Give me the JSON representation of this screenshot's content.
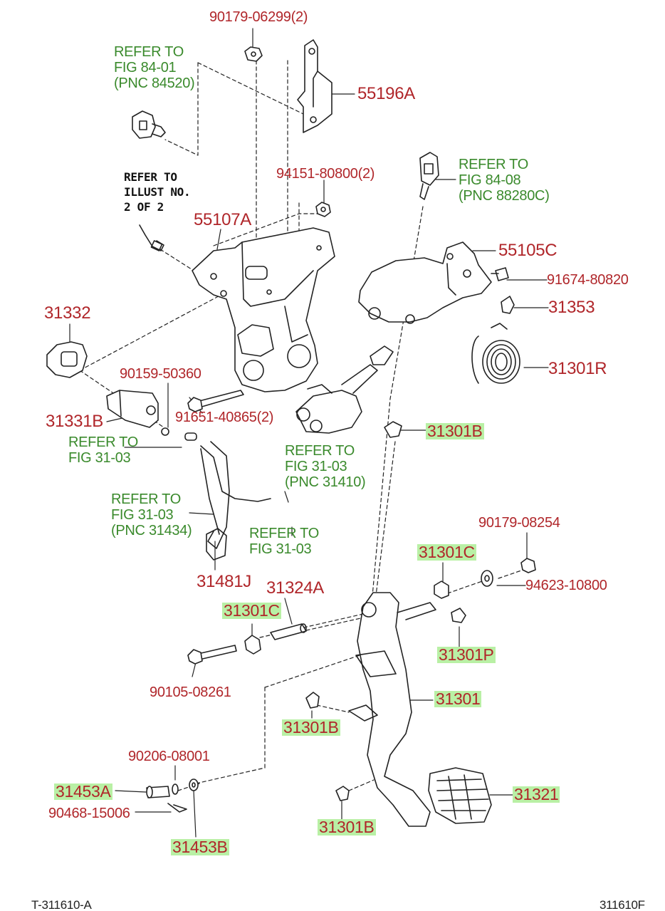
{
  "diagram": {
    "callouts": {
      "p90179_06299": "90179-06299(2)",
      "p55196A": "55196A",
      "p94151_80800": "94151-80800(2)",
      "p55107A": "55107A",
      "p55105C": "55105C",
      "p91674_80820": "91674-80820",
      "p31353": "31353",
      "p31301R": "31301R",
      "p31332": "31332",
      "p90159_50360": "90159-50360",
      "p31331B": "31331B",
      "p91651_40865": "91651-40865(2)",
      "p31301B_a": "31301B",
      "p90179_08254": "90179-08254",
      "p31301C_a": "31301C",
      "p94623_10800": "94623-10800",
      "p31481J": "31481J",
      "p31324A": "31324A",
      "p31301C_b": "31301C",
      "p31301P": "31301P",
      "p90105_08261": "90105-08261",
      "p31301": "31301",
      "p31301B_b": "31301B",
      "p90206_08001": "90206-08001",
      "p31453A": "31453A",
      "p90468_15006": "90468-15006",
      "p31321": "31321",
      "p31301B_c": "31301B",
      "p31453B": "31453B"
    },
    "references": {
      "ref_84_01": "REFER TO\nFIG 84-01\n(PNC 84520)",
      "ref_84_08": "REFER TO\nFIG 84-08\n(PNC 88280C)",
      "ref_illust": "REFER TO\nILLUST NO.\n2 OF 2",
      "ref_31_03_a": "REFER TO\nFIG 31-03",
      "ref_31_03_b": "REFER TO\nFIG 31-03\n(PNC 31410)",
      "ref_31_03_c": "REFER TO\nFIG 31-03\n(PNC 31434)",
      "ref_31_03_d": "REFER TO\nFIG 31-03"
    },
    "footer": {
      "left": "T-311610-A",
      "right": "311610F"
    },
    "colors": {
      "part_number": "#b0262a",
      "reference": "#3a8a2c",
      "highlight": "#b9f0a5",
      "line_art": "#222222"
    }
  }
}
